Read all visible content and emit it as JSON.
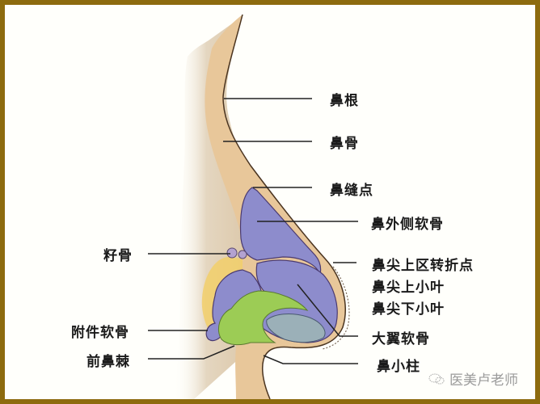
{
  "diagram": {
    "title": "Nose anatomy side view",
    "labels_right": [
      {
        "id": "nasal-root",
        "text": "鼻根"
      },
      {
        "id": "nasal-bone",
        "text": "鼻骨"
      },
      {
        "id": "rhinion",
        "text": "鼻缝点"
      },
      {
        "id": "upper-lateral-cartilage",
        "text": "鼻外侧软骨"
      },
      {
        "id": "supratip-break",
        "text": "鼻尖上区转折点"
      },
      {
        "id": "supratip-lobule",
        "text": "鼻尖上小叶"
      },
      {
        "id": "infratip-lobule",
        "text": "鼻尖下小叶"
      },
      {
        "id": "lower-lateral-cartilage",
        "text": "大翼软骨"
      },
      {
        "id": "columella",
        "text": "鼻小柱"
      }
    ],
    "labels_left": [
      {
        "id": "sesamoid-cartilage",
        "text": "籽骨"
      },
      {
        "id": "accessory-cartilage",
        "text": "附件软骨"
      },
      {
        "id": "anterior-nasal-spine",
        "text": "前鼻棘"
      }
    ],
    "watermark": {
      "icon": "wechat-icon",
      "text": "医美卢老师"
    },
    "colors": {
      "border": "#8d6b0e",
      "background": "#fffffb",
      "skin": "#e8c79a",
      "skin_shadow": "#d9c4a6",
      "cartilage_purple": "#8d8ccc",
      "cartilage_green": "#9ccc55",
      "fat_yellow": "#f2cf6a",
      "outline": "#3a2a1a"
    }
  }
}
